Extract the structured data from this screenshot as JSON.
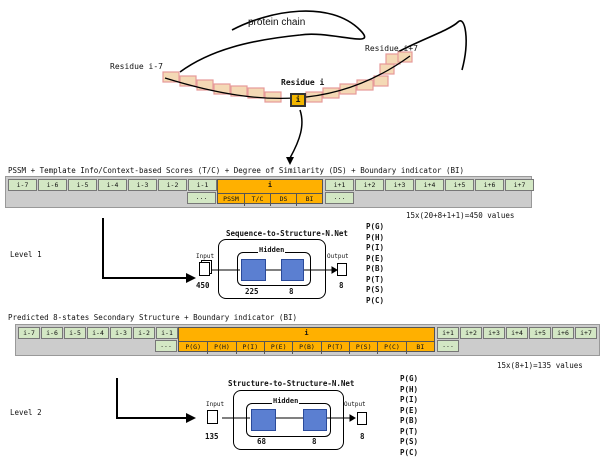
{
  "top": {
    "protein_chain": "protein chain",
    "residue_left": "Residue i-7",
    "residue_center": "Residue i",
    "residue_right": "Residue i+7",
    "center_box": "i"
  },
  "row1": {
    "heading": "PSSM + Template Info/Context-based Scores (T/C) + Degree of Similarity (DS) + Boundary indicator (BI)",
    "left_cells": [
      "i-7",
      "i-6",
      "i-5",
      "i-4",
      "i-3",
      "i-2",
      "i-1"
    ],
    "center_label": "i",
    "center_subs": [
      "PSSM",
      "T/C",
      "DS",
      "BI"
    ],
    "right_cells": [
      "i+1",
      "i+2",
      "i+3",
      "i+4",
      "i+5",
      "i+6",
      "i+7"
    ],
    "ellipsis": "...",
    "count": "15x(20+8+1+1)=450 values"
  },
  "level1": {
    "label": "Level 1",
    "net_title": "Sequence-to-Structure-N.Net",
    "hidden": "Hidden",
    "input": "Input",
    "input_n": "450",
    "h1": "225",
    "h2": "8",
    "output": "Output",
    "output_n": "8",
    "classes": [
      "P(G)",
      "P(H)",
      "P(I)",
      "P(E)",
      "P(B)",
      "P(T)",
      "P(S)",
      "P(C)"
    ]
  },
  "row2": {
    "heading": "Predicted 8-states Secondary Structure + Boundary indicator (BI)",
    "left_cells": [
      "i-7",
      "i-6",
      "i-5",
      "i-4",
      "i-3",
      "i-2",
      "i-1"
    ],
    "center_label": "i",
    "center_subs": [
      "P(G)",
      "P(H)",
      "P(I)",
      "P(E)",
      "P(B)",
      "P(T)",
      "P(S)",
      "P(C)",
      "BI"
    ],
    "right_cells": [
      "i+1",
      "i+2",
      "i+3",
      "i+4",
      "i+5",
      "i+6",
      "i+7"
    ],
    "ellipsis": "...",
    "count": "15x(8+1)=135 values"
  },
  "level2": {
    "label": "Level 2",
    "net_title": "Structure-to-Structure-N.Net",
    "hidden": "Hidden",
    "input": "Input",
    "input_n": "135",
    "h1": "68",
    "h2": "8",
    "output": "Output",
    "output_n": "8",
    "classes": [
      "P(G)",
      "P(H)",
      "P(I)",
      "P(E)",
      "P(B)",
      "P(T)",
      "P(S)",
      "P(C)"
    ]
  }
}
